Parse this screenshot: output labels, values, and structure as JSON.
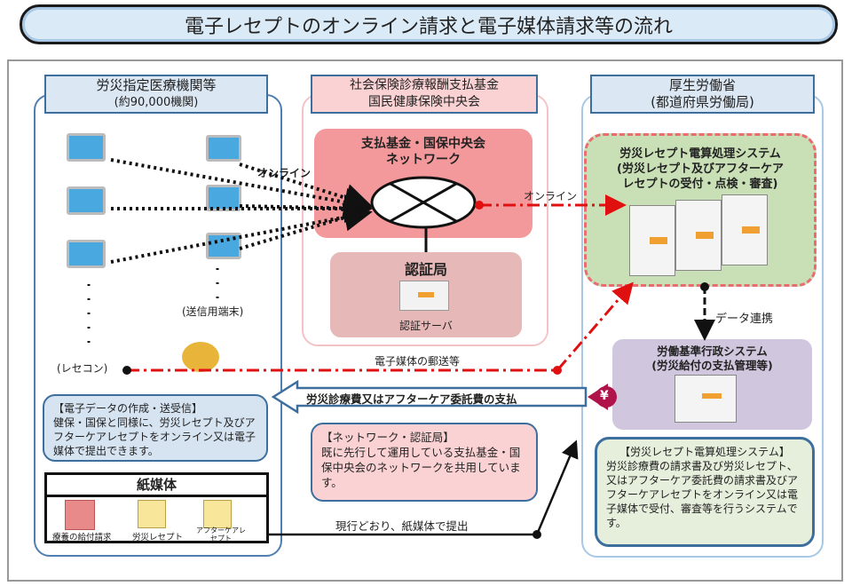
{
  "title": "電子レセプトのオンライン請求と電子媒体請求等の流れ",
  "left": {
    "header": "労災指定医療機関等",
    "sub": "(約90,000機関)",
    "terminal_label": "(送信用端末)",
    "rececon_label": "(レセコン)",
    "info_title": "【電子データの作成・送受信】",
    "info_body": "健保・国保と同様に、労災レセプト及びアフターケアレセプトをオンライン又は電子媒体で提出できます。",
    "paper": {
      "title": "紙媒体",
      "items": [
        "療養の給付請求",
        "労災レセプト",
        "アフターケアレセプト"
      ]
    }
  },
  "middle": {
    "header1": "社会保険診療報酬支払基金",
    "header2": "国民健康保険中央会",
    "network1": "支払基金・国保中央会",
    "network2": "ネットワーク",
    "auth": "認証局",
    "auth_server": "認証サーバ",
    "info_title": "【ネットワーク・認証局】",
    "info_body": "既に先行して運用している支払基金・国保中央会のネットワークを共用しています。"
  },
  "right": {
    "header1": "厚生労働省",
    "header2": "(都道府県労働局)",
    "system_title": [
      "労災レセプト電算処理システム",
      "(労災レセプト及びアフターケア",
      "レセプトの受付・点検・審査)"
    ],
    "data_link": "データ連携",
    "admin_title": [
      "労働基準行政システム",
      "(労災給付の支払管理等)"
    ],
    "info_title": "【労災レセプト電算処理システム】",
    "info_body": "労災診療費の請求書及び労災レセプト、又はアフターケア委託費の請求書及びアフターケアレセプトをオンライン又は電子媒体で受付、審査等を行うシステムです。"
  },
  "flows": {
    "online1": "オンライン",
    "online2": "オンライン",
    "media": "電子媒体の郵送等",
    "payment": "労災診療費又はアフターケア委託費の支払",
    "paper": "現行どおり、紙媒体で提出",
    "yen": "¥"
  }
}
